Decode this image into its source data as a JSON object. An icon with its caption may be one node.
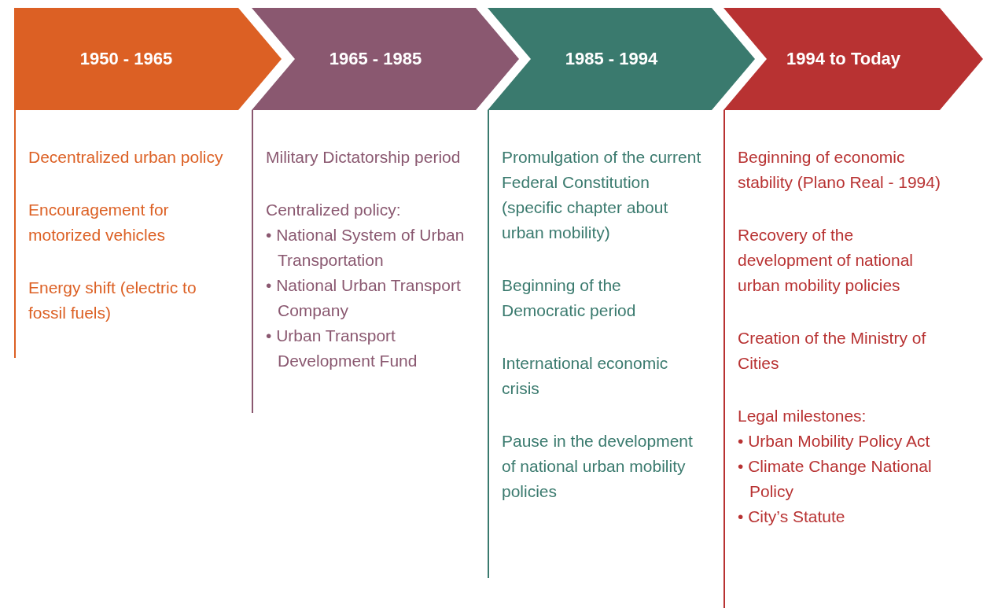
{
  "diagram": {
    "nodes": [
      {
        "text": [
          "1950 - 1965"
        ]
      },
      {
        "text": [
          "1965 - 1985"
        ]
      },
      {
        "text": [
          "1985 - 1994"
        ]
      },
      {
        "text": [
          "1994 to Today"
        ]
      },
      {
        "text": [
          "Decentralized urban policy",
          "Encouragement for motorized vehicles",
          "Energy shift (electric to fossil fuels)"
        ]
      },
      {
        "text": [
          "Military Dictatorship period",
          "Centralized policy:",
          "• National System of Urban Transportation",
          "• National Urban Transport Company",
          "• Urban Transport Development Fund"
        ]
      },
      {
        "text": [
          "Promulgation of the current Federal Constitution (specific chapter about urban mobility)",
          "Beginning of the Democratic period",
          "International economic crisis",
          "Pause in the development of national urban mobility policies"
        ]
      },
      {
        "text": [
          "Beginning of economic stability (Plano Real - 1994)",
          "Recovery of the development of national urban mobility policies",
          "Creation of the Ministry of Cities",
          "Legal milestones:",
          "• Urban Mobility Policy Act",
          "• Climate Change National Policy",
          "• City’s Statute"
        ]
      }
    ]
  }
}
